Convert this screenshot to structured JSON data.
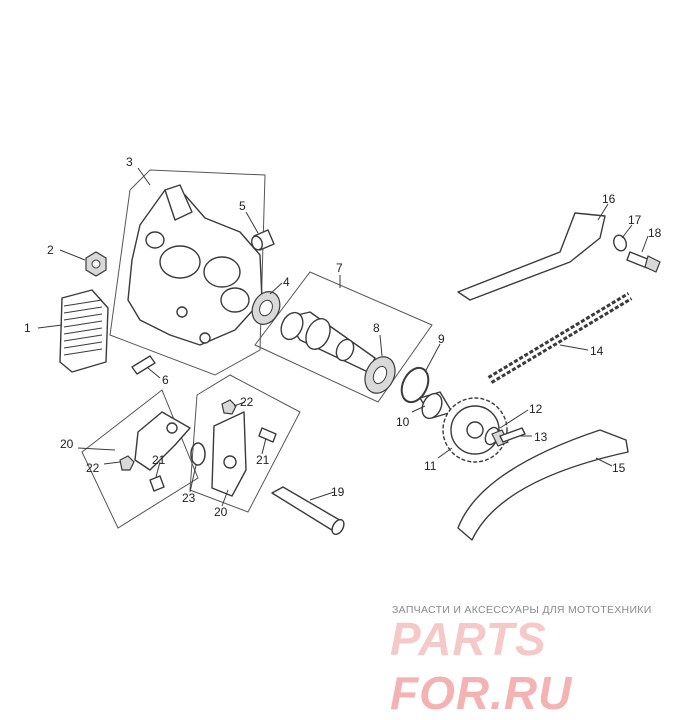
{
  "callouts": {
    "c1": "1",
    "c2": "2",
    "c3": "3",
    "c4": "4",
    "c5": "5",
    "c6": "6",
    "c7": "7",
    "c8": "8",
    "c9": "9",
    "c10": "10",
    "c11": "11",
    "c12": "12",
    "c13": "13",
    "c14": "14",
    "c15": "15",
    "c16": "16",
    "c17": "17",
    "c18": "18",
    "c19": "19",
    "c20a": "20",
    "c20b": "20",
    "c21a": "21",
    "c21b": "21",
    "c22a": "22",
    "c22b": "22",
    "c23": "23"
  },
  "watermark": {
    "tagline": "ЗАПЧАСТИ И АКСЕССУАРЫ ДЛЯ МОТОТЕХНИКИ",
    "logo_part1": "PARTS",
    "logo_part2": "FOR.RU",
    "color_part1": "#f6c9c9",
    "color_part2": "#f4b3b3"
  }
}
